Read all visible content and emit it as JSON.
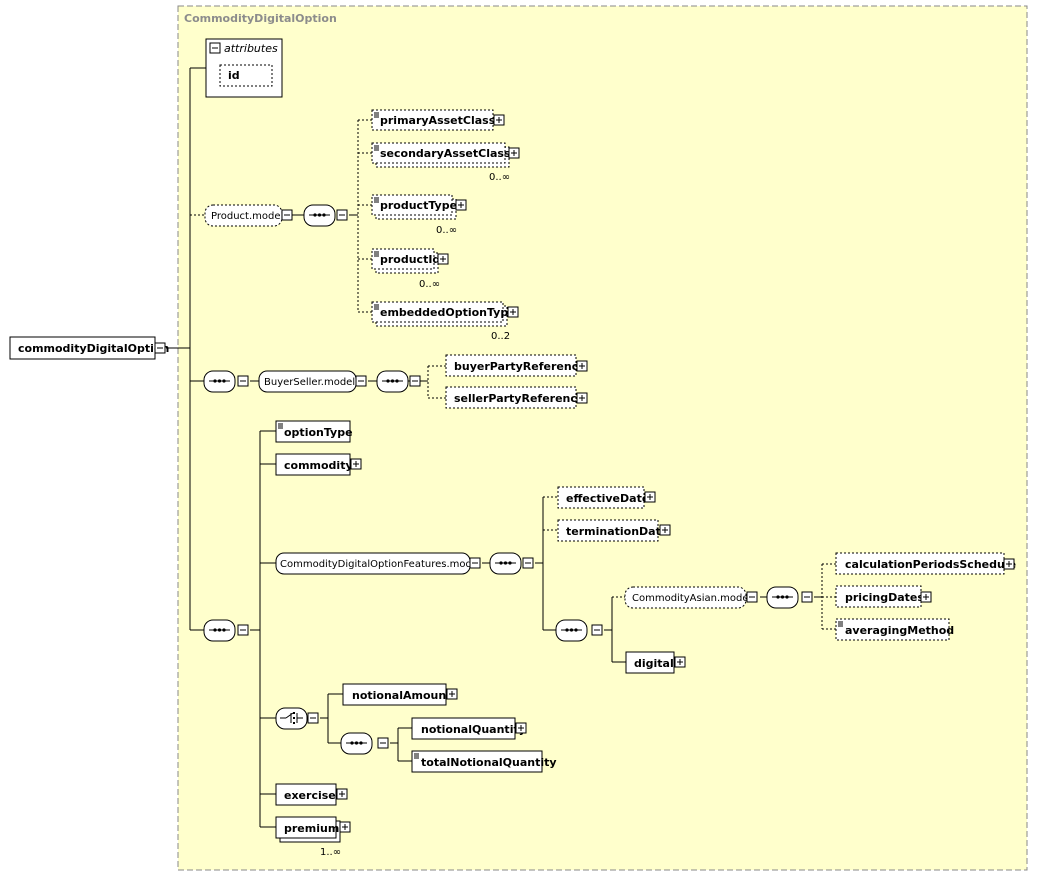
{
  "diagram": {
    "frame_title": "CommodityDigitalOption",
    "root": "commodityDigitalOption",
    "attributes": {
      "title": "attributes",
      "items": [
        "id"
      ]
    },
    "product_group": {
      "name": "Product.model",
      "items": [
        {
          "name": "primaryAssetClass",
          "occurs": ""
        },
        {
          "name": "secondaryAssetClass",
          "occurs": "0..∞"
        },
        {
          "name": "productType",
          "occurs": "0..∞"
        },
        {
          "name": "productId",
          "occurs": "0..∞"
        },
        {
          "name": "embeddedOptionType",
          "occurs": "0..2"
        }
      ]
    },
    "buyer_seller_group": {
      "name": "BuyerSeller.model",
      "items": [
        "buyerPartyReference",
        "sellerPartyReference"
      ]
    },
    "sequence_items": {
      "optionType": "optionType",
      "commodity": "commodity",
      "features_group": "CommodityDigitalOptionFeatures.model",
      "effectiveDate": "effectiveDate",
      "terminationDate": "terminationDate",
      "asian_group": "CommodityAsian.model",
      "calculationPeriodsSchedule": "calculationPeriodsSchedule",
      "pricingDates": "pricingDates",
      "averagingMethod": "averagingMethod",
      "digital": "digital",
      "notionalAmount": "notionalAmount",
      "notionalQuantity": "notionalQuantity",
      "totalNotionalQuantity": "totalNotionalQuantity",
      "exercise": "exercise",
      "premium": "premium",
      "premium_occurs": "1..∞"
    }
  }
}
